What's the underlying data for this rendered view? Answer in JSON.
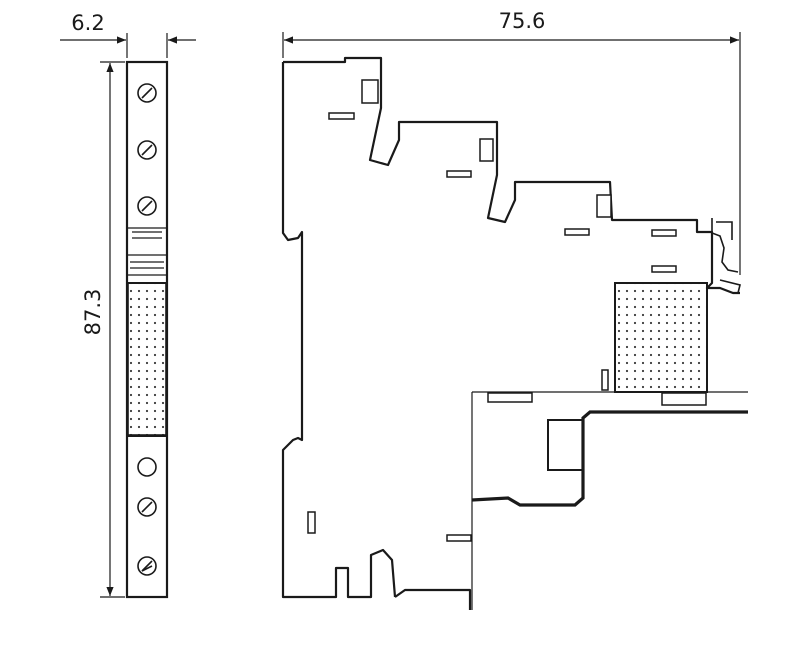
{
  "dimensions": {
    "width_label": "6.2",
    "length_label": "75.6",
    "height_label": "87.3"
  },
  "colors": {
    "line": "#1a1a1a",
    "dots": "#3a3a3a",
    "background": "#ffffff"
  }
}
